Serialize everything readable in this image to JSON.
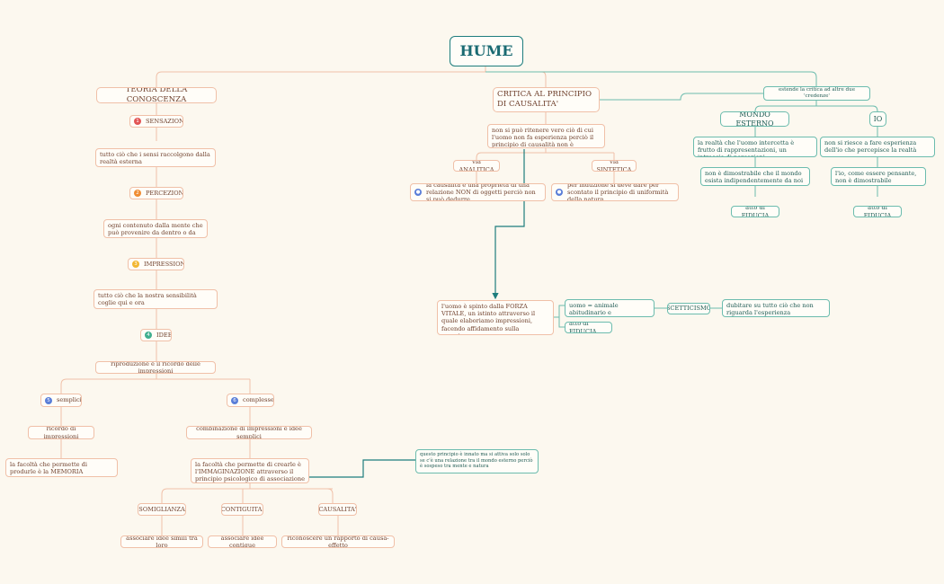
{
  "root": "HUME",
  "knowledge": {
    "title": "TEORIA DELLA CONOSCENZA",
    "sensazioni": "SENSAZIONI",
    "sensazioni_desc": "tutto ciò che i sensi raccolgono dalla realtà esterna",
    "percezioni": "PERCEZIONI",
    "percezioni_desc": "ogni contenuto dalla mente che può provenire da dentro o da fuori",
    "impressioni": "IMPRESSIONI",
    "impressioni_desc": "tutto ciò che la nostra sensibilità coglie qui e ora",
    "idee": "IDEE",
    "idee_desc": "riproduzione e il ricordo delle impressioni",
    "semplici": "semplici",
    "semplici_desc": "ricordo di impressioni",
    "memoria": "la facoltà che permette di produrle è la MEMORIA",
    "complesse": "complesse",
    "complesse_desc": "combinazione di impressioni e idee semplici",
    "immaginazione": "la facoltà che permette di crearle è l'IMMAGINAZIONE attraverso il principio psicologico di associazione",
    "principio_innato": "questo principio è innato ma si attiva solo solo se c'è una relazione tra il mondo esterno perciò è sospeso tra mente e natura",
    "somiglianza": "SOMIGLIANZA",
    "somiglianza_desc": "associare idee simili tra loro",
    "contiguita": "CONTIGUITA'",
    "contiguita_desc": "associare idee contigue",
    "causalita": "CAUSALITA'",
    "causalita_desc": "riconoscere un rapporto di causa-effetto"
  },
  "critique": {
    "title": "CRITICA AL PRINCIPIO DI CAUSALITA'",
    "desc": "non si può ritenere vero ciò di cui l'uomo non fa esperienza perciò il principio di causalità non è dimostrabile",
    "analitica": "via ANALITICA",
    "analitica_desc": "la causalità è una proprietà di una relazione NON di oggetti perciò non si può dedurre",
    "sintetica": "via SINTETICA",
    "sintetica_desc": "per induzione si deve dare per scontato il principio di uniformità della natura",
    "forza_vitale": "l'uomo è spinto dalla FORZA VITALE, un istinto attraverso il quale elaboriamo impressioni, facendo affidamento sulla esperienza",
    "animale": "uomo = animale abitudinario e immaginante",
    "fiducia": "atto di FIDUCIA",
    "scetticismo": "SCETTICISMO",
    "dubitare": "dubitare su tutto ciò che non riguarda l'esperienza"
  },
  "credenze": {
    "title": "estende la critica ad altre due 'credenze'",
    "mondo": "MONDO ESTERNO",
    "mondo_desc": "la realtà che l'uomo intercetta è frutto di rappresentazioni, un intreccio di percezioni",
    "mondo_desc2": "non è dimostrabile che il mondo esista indipendentemente da noi",
    "mondo_fiducia": "atto di FIDUCIA",
    "io": "IO",
    "io_desc": "non si riesce a fare esperienza dell'io che percepisce la realtà",
    "io_desc2": "l'io, come essere pensante, non è dimostrabile",
    "io_fiducia": "atto di FIDUCIA"
  },
  "markers": {
    "sensazioni": "1",
    "percezioni": "2",
    "impressioni": "3",
    "idee": "4",
    "semplici": "5",
    "complesse": "6"
  },
  "colors": {
    "background": "#fcf8ef",
    "orange_branch": "#f0c0a8",
    "teal_branch": "#6cbcae",
    "root_border": "#1d7d7d",
    "marker_red": "#e25555",
    "marker_orange": "#f08c32",
    "marker_yellow": "#f2b732",
    "marker_green": "#3fae8f",
    "marker_blue": "#5a7ed8"
  }
}
